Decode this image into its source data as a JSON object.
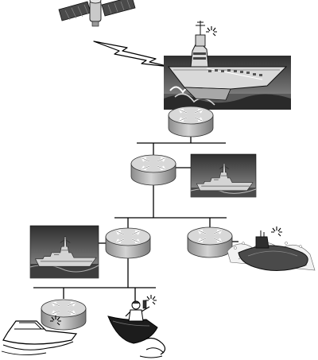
{
  "diagram": {
    "nodes": [
      {
        "id": "satellite",
        "icon": "satellite-icon"
      },
      {
        "id": "aircraft-carrier",
        "icon": "aircraft-carrier-icon"
      },
      {
        "id": "router-carrier",
        "icon": "router-icon"
      },
      {
        "id": "router-fleet",
        "icon": "router-icon"
      },
      {
        "id": "destroyer-top",
        "icon": "destroyer-ship-icon"
      },
      {
        "id": "router-mid-left",
        "icon": "router-icon"
      },
      {
        "id": "router-submarine",
        "icon": "router-icon"
      },
      {
        "id": "frigate",
        "icon": "frigate-ship-icon"
      },
      {
        "id": "submarine",
        "icon": "submarine-icon"
      },
      {
        "id": "router-small-craft",
        "icon": "router-icon"
      },
      {
        "id": "speedboat",
        "icon": "speedboat-icon"
      },
      {
        "id": "soldier-boat",
        "icon": "soldier-in-boat-icon"
      }
    ],
    "links": [
      {
        "from": "satellite",
        "to": "aircraft-carrier",
        "kind": "wireless"
      },
      {
        "from": "router-carrier",
        "to": "router-fleet",
        "kind": "wired"
      },
      {
        "from": "router-fleet",
        "to": "destroyer-top",
        "kind": "wired"
      },
      {
        "from": "router-fleet",
        "to": "router-mid-left",
        "kind": "wired"
      },
      {
        "from": "router-fleet",
        "to": "router-submarine",
        "kind": "wired"
      },
      {
        "from": "router-mid-left",
        "to": "frigate",
        "kind": "wired"
      },
      {
        "from": "router-submarine",
        "to": "submarine",
        "kind": "wired"
      },
      {
        "from": "router-mid-left",
        "to": "router-small-craft",
        "kind": "wired"
      },
      {
        "from": "router-mid-left",
        "to": "soldier-boat",
        "kind": "wired"
      }
    ]
  },
  "colors": {
    "line": "#000000",
    "router_body": "#b8b8b8",
    "router_top": "#d6d6d6",
    "photo_dark": "#3a3a3a",
    "photo_sky": "#8a8a8a",
    "ship_hull": "#cfcfcf"
  }
}
